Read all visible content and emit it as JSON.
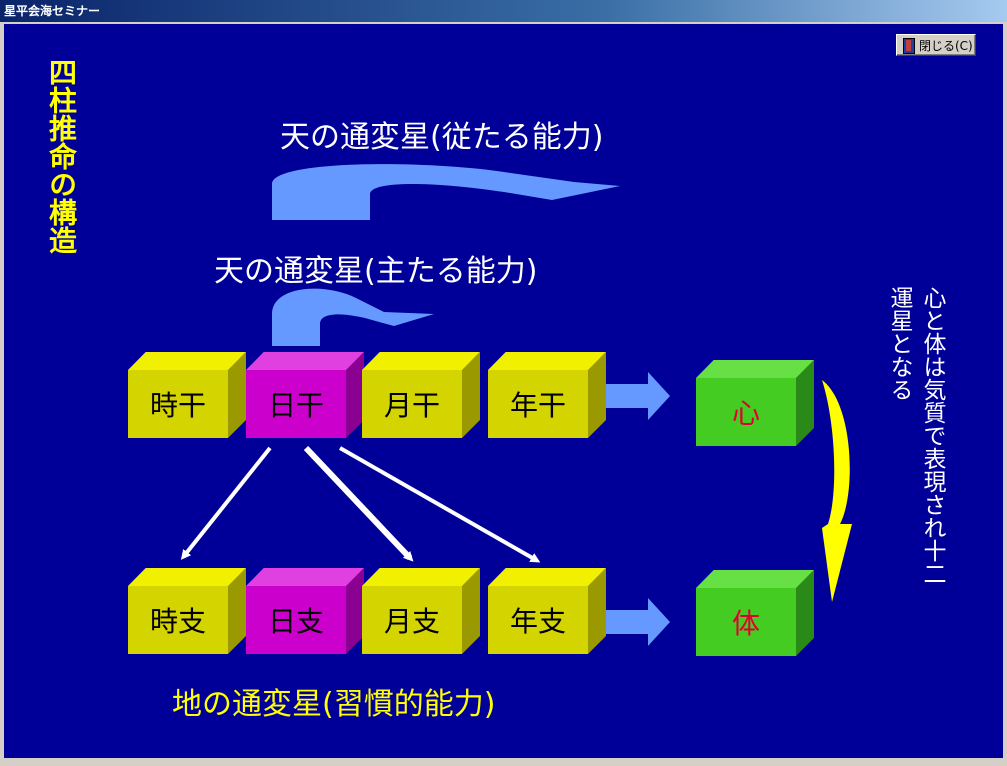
{
  "window": {
    "title": "星平会海セミナー",
    "close_label": "閉じる(C)"
  },
  "slide": {
    "side_title": "四柱推命の構造",
    "upper_label": "天の通変星(従たる能力)",
    "middle_label": "天の通変星(主たる能力)",
    "bottom_label": "地の通変星(習慣的能力)",
    "side_note": "心と体は気質で表現され十二運星となる",
    "top_row": [
      "時干",
      "日干",
      "月干",
      "年干"
    ],
    "bottom_row": [
      "時支",
      "日支",
      "月支",
      "年支"
    ],
    "mind": "心",
    "body": "体"
  },
  "colors": {
    "background": "#000099",
    "stem_cube": "#d4d400",
    "day_cube": "#cc00cc",
    "result_cube": "#44cc22",
    "arrow": "#6699ff",
    "swoosh": "#ffff00"
  }
}
